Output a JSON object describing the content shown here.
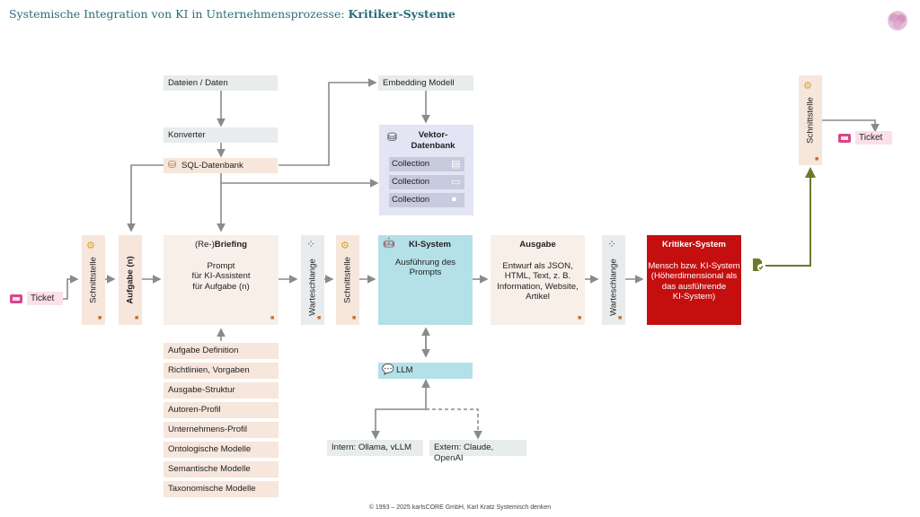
{
  "title": {
    "main": "Systemische Integration von KI in Unternehmensprozesse: ",
    "highlight": "Kritiker-Systeme"
  },
  "nodes": {
    "dateien": "Dateien / Daten",
    "konverter": "Konverter",
    "sql": "SQL-Datenbank",
    "embedding": "Embedding Modell",
    "vektor": "Vektor-\nDatenbank",
    "collection": "Collection",
    "ticket_in": "Ticket",
    "ticket_out": "Ticket",
    "schnittstelle": "Schnittstelle",
    "aufgabe": "Aufgabe (n)",
    "briefing_pre": "(Re-)",
    "briefing_bold": "Briefing",
    "briefing_body": "Prompt\nfür KI-Assistent\nfür Aufgabe (n)",
    "warteschlange": "Warteschlange",
    "ki_title": "KI-System",
    "ki_body": "Ausführung des\nPrompts",
    "ausgabe_title": "Ausgabe",
    "ausgabe_body": "Entwurf als JSON,\nHTML, Text, z. B.\nInformation, Website,\nArtikel",
    "kritiker_title": "Kritiker-System",
    "kritiker_body": "Mensch bzw. KI-System\n(Höherdimensional als\ndas ausführende\nKI-System)",
    "llm": "LLM",
    "intern": "Intern: Ollama, vLLM",
    "extern": "Extern: Claude, OpenAI"
  },
  "inputs": [
    "Aufgabe Definition",
    "Richtlinien, Vorgaben",
    "Ausgabe-Struktur",
    "Autoren-Profil",
    "Unternehmens-Profil",
    "Ontologische Modelle",
    "Semantische Modelle",
    "Taxonomische Modelle"
  ],
  "footer": "© 1993 – 2025 karlsCORE GmbH, Karl Kratz Systemisch denken",
  "colors": {
    "accent": "#2a6d78",
    "arrow": "#8a8a8a",
    "critic": "#c50f0f",
    "feedback": "#6b7a2a"
  }
}
